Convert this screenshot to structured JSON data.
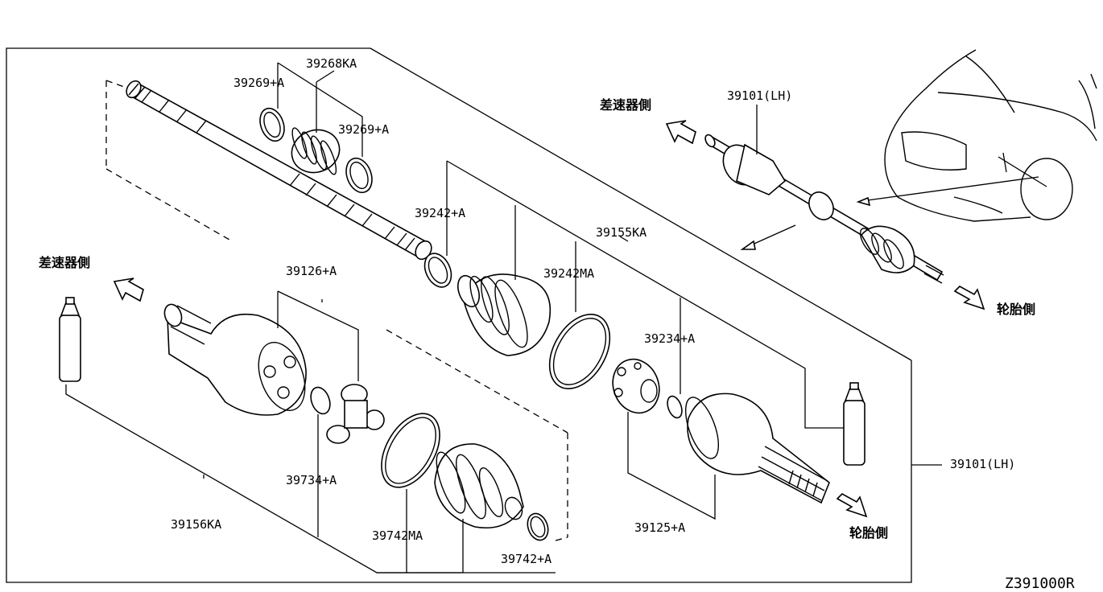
{
  "diagram_id": "Z391000R",
  "labels": {
    "p39268KA": "39268KA",
    "p39269A_1": "39269+A",
    "p39269A_2": "39269+A",
    "p39242A": "39242+A",
    "p39155KA": "39155KA",
    "p39242MA": "39242MA",
    "p39234A": "39234+A",
    "p39126A": "39126+A",
    "p39734A": "39734+A",
    "p39156KA": "39156KA",
    "p39742MA": "39742MA",
    "p39742A": "39742+A",
    "p39125A": "39125+A",
    "p39101LH_main": "39101(LH)",
    "p39101LH_inset": "39101(LH)"
  },
  "directions": {
    "diff_side_left": "差速器側",
    "diff_side_inset": "差速器側",
    "wheel_side_inset": "轮胎側",
    "wheel_side_main": "轮胎側"
  }
}
